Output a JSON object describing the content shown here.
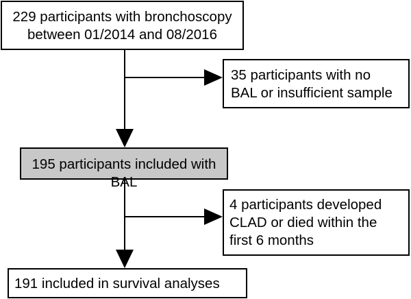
{
  "flowchart": {
    "steps": [
      {
        "label": "229 participants with bronchoscopy\nbetween 01/2014 and 08/2016"
      },
      {
        "label": "35 participants with no\nBAL or insufficient sample"
      },
      {
        "label": "195 participants included with BAL"
      },
      {
        "label": "4 participants developed\nCLAD or died within the\nfirst 6 months"
      },
      {
        "label": "191 included in survival analyses"
      }
    ]
  },
  "colors": {
    "box_border": "#000000",
    "shaded_box_fill": "#c8c8c8",
    "arrow": "#000000"
  }
}
